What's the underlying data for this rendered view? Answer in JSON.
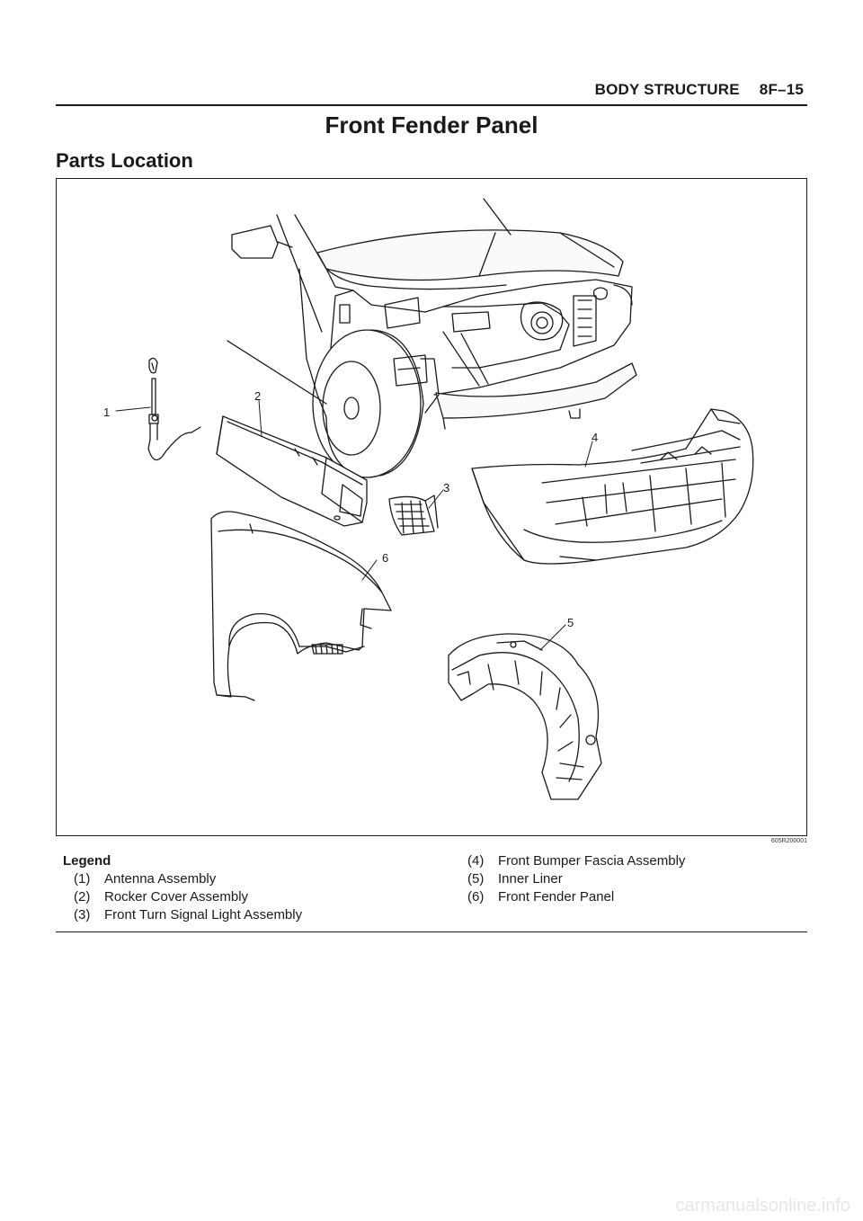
{
  "header": {
    "section": "BODY STRUCTURE",
    "page": "8F–15"
  },
  "title": "Front Fender Panel",
  "section_title": "Parts Location",
  "figure": {
    "id": "605R200001",
    "callouts": [
      "1",
      "2",
      "3",
      "4",
      "5",
      "6"
    ]
  },
  "legend": {
    "heading": "Legend",
    "items": [
      {
        "num": "(1)",
        "label": "Antenna Assembly"
      },
      {
        "num": "(2)",
        "label": "Rocker Cover Assembly"
      },
      {
        "num": "(3)",
        "label": "Front Turn Signal Light Assembly"
      },
      {
        "num": "(4)",
        "label": "Front Bumper Fascia Assembly"
      },
      {
        "num": "(5)",
        "label": "Inner Liner"
      },
      {
        "num": "(6)",
        "label": "Front Fender Panel"
      }
    ]
  },
  "watermark": "carmanualsonline.info"
}
